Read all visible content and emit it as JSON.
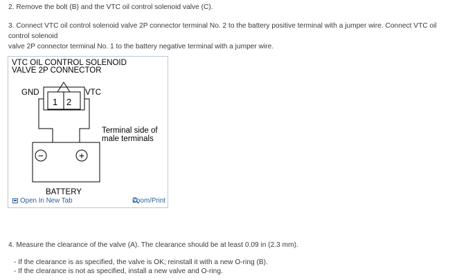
{
  "steps": {
    "step2": "2. Remove the bolt (B) and the VTC oil control solenoid valve (C).",
    "step3_line1": "3. Connect VTC oil control solenoid valve 2P connector terminal No. 2 to the battery positive terminal with a jumper wire. Connect VTC oil control solenoid",
    "step3_line2": "valve 2P connector terminal No. 1 to the battery negative terminal with a jumper wire.",
    "step4": "4. Measure the clearance of the valve (A). The clearance should be at least 0.09 in (2.3 mm).",
    "bullet1": "- If the clearance is as specified, the valve is OK; reinstall it with a new O-ring (B).",
    "bullet2": "- If the clearance is not as specified, install a new valve and O-ring."
  },
  "figure": {
    "title_line1": "VTC OIL CONTROL SOLENOID",
    "title_line2": "VALVE 2P CONNECTOR",
    "gnd_label": "GND",
    "vtc_label": "VTC",
    "terminal1": "1",
    "terminal2": "2",
    "terminal_note_line1": "Terminal side of",
    "terminal_note_line2": "male terminals",
    "minus_symbol": "−",
    "plus_symbol": "+",
    "battery_label": "BATTERY",
    "open_tab_label": "Open In New Tab",
    "zoom_label": "Zoom/Print",
    "link_color": "#2b5d9c",
    "border_color": "#b8c8d8"
  }
}
